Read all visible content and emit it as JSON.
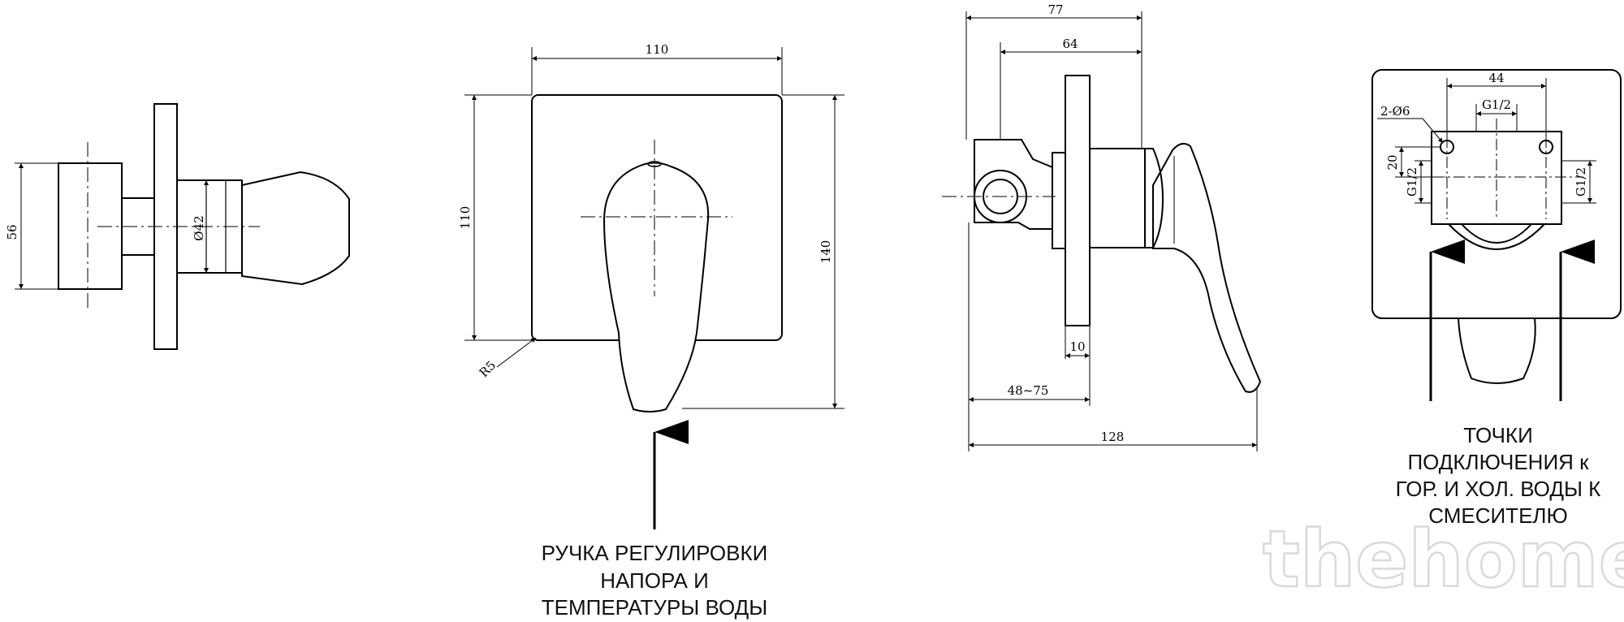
{
  "dimensions": {
    "side_height": "56",
    "side_diameter": "Ø42",
    "front_width": "110",
    "front_height": "110",
    "front_total_height": "140",
    "front_radius": "R5",
    "profile_width_77": "77",
    "profile_width_64": "64",
    "profile_plate": "10",
    "profile_depth_range": "48~75",
    "profile_total_length": "128",
    "back_width": "44",
    "back_holes": "2-Ø6",
    "back_thread_top": "G1/2",
    "back_thread_left": "G1/2",
    "back_thread_right": "G1/2",
    "back_offset": "20"
  },
  "captions": {
    "handle_lines": [
      "РУЧКА РЕГУЛИРОВКИ",
      "НАПОРА И",
      "ТЕМПЕРАТУРЫ ВОДЫ"
    ],
    "connection_lines": [
      "ТОЧКИ",
      "ПОДКЛЮЧЕНИЯ к",
      "ГОР. И ХОЛ. ВОДЫ К",
      "СМЕСИТЕЛЮ"
    ]
  },
  "watermark": "thehome"
}
